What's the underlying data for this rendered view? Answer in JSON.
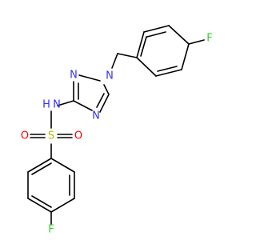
{
  "colors": {
    "bond": "#000000",
    "nitrogen": "#3333ff",
    "oxygen": "#ff0000",
    "sulfur": "#b8b800",
    "fluorine": "#33cc33",
    "background": "#ffffff"
  },
  "atoms": {
    "f_top": "F",
    "f_bottom": "F",
    "n1": "N",
    "n2": "N",
    "n4": "N",
    "nh": "N",
    "nh_h": "H",
    "s": "S",
    "o_left": "O",
    "o_right": "O"
  }
}
